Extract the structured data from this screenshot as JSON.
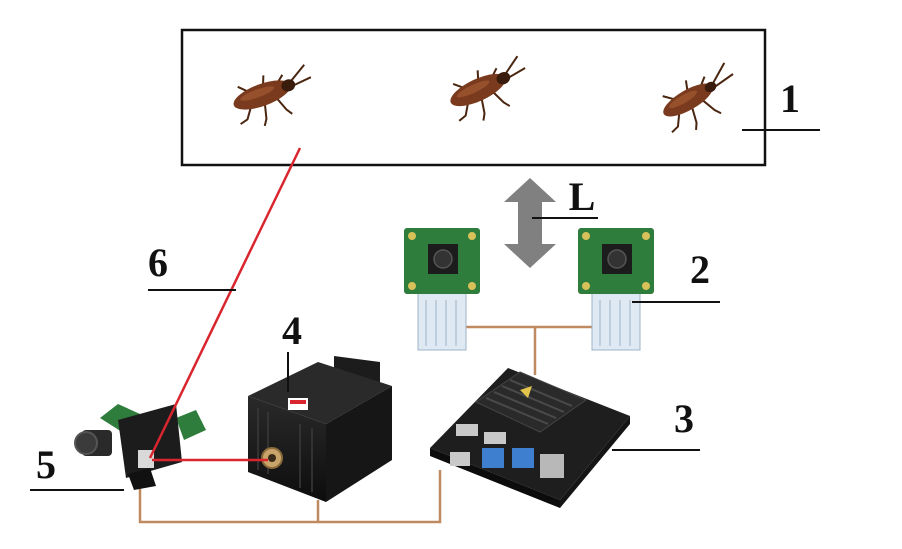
{
  "labels": {
    "enclosure": "1",
    "cameras": "2",
    "controller": "3",
    "laser": "4",
    "galvanometer": "5",
    "laser_beam": "6",
    "distance": "L"
  },
  "colors": {
    "beam": "#d9262e",
    "wire": "#c08a60",
    "arrow": "#808080",
    "frame": "#111111",
    "pcb": "#2e7d3c",
    "module": "#1c1c1c",
    "cable": "#dfe9f3",
    "insect": "#7a3a1e"
  },
  "icons": [
    "cockroach-icon",
    "camera-module-icon",
    "jetson-board-icon",
    "laser-module-icon",
    "galvo-mirror-icon",
    "double-arrow-icon"
  ]
}
